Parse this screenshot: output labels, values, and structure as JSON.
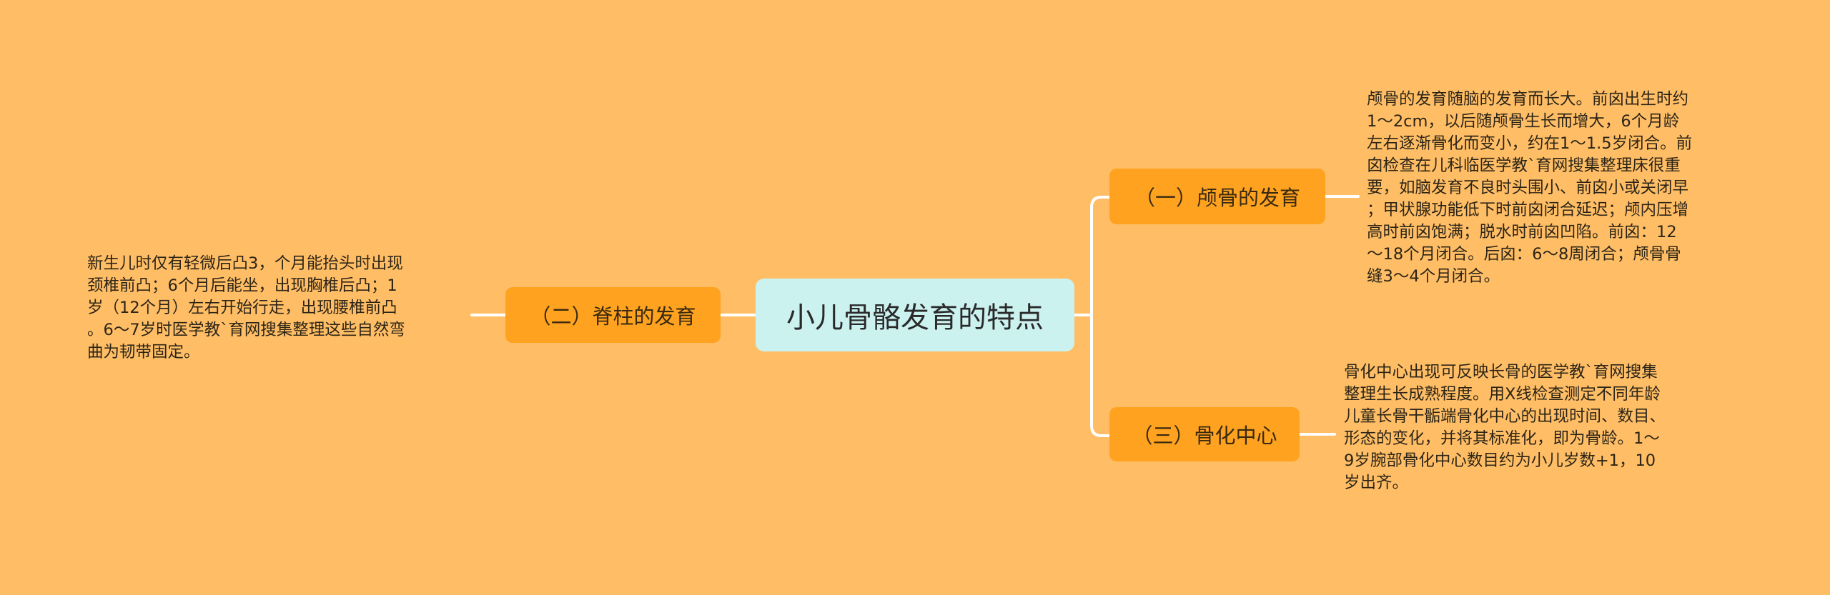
{
  "colors": {
    "background": "#FFBE66",
    "root_fill": "#CCF2F0",
    "branch_fill": "#FFA21F",
    "connector": "#FFFFFF"
  },
  "root": {
    "label": "小儿骨骼发育的特点"
  },
  "branches": [
    {
      "label": "（一）颅骨的发育",
      "side": "right",
      "detail": "颅骨的发育随脑的发育而长大。前囟出生时约\n1～2cm，以后随颅骨生长而增大，6个月龄\n左右逐渐骨化而变小，约在1～1.5岁闭合。前\n囟检查在儿科临医学教`育网搜集整理床很重\n要，如脑发育不良时头围小、前囟小或关闭早\n；甲状腺功能低下时前囟闭合延迟；颅内压增\n高时前囟饱满；脱水时前囟凹陷。前囟：12\n～18个月闭合。后囟：6～8周闭合；颅骨骨\n缝3～4个月闭合。"
    },
    {
      "label": "（二）脊柱的发育",
      "side": "left",
      "detail": "新生儿时仅有轻微后凸3，个月能抬头时出现\n颈椎前凸；6个月后能坐，出现胸椎后凸；1\n岁（12个月）左右开始行走，出现腰椎前凸\n。6～7岁时医学教`育网搜集整理这些自然弯\n曲为韧带固定。"
    },
    {
      "label": "（三）骨化中心",
      "side": "right",
      "detail": "骨化中心出现可反映长骨的医学教`育网搜集\n整理生长成熟程度。用X线检查测定不同年龄\n儿童长骨干骺端骨化中心的出现时间、数目、\n形态的变化，并将其标准化，即为骨龄。1～\n9岁腕部骨化中心数目约为小儿岁数+1，10\n岁出齐。"
    }
  ]
}
